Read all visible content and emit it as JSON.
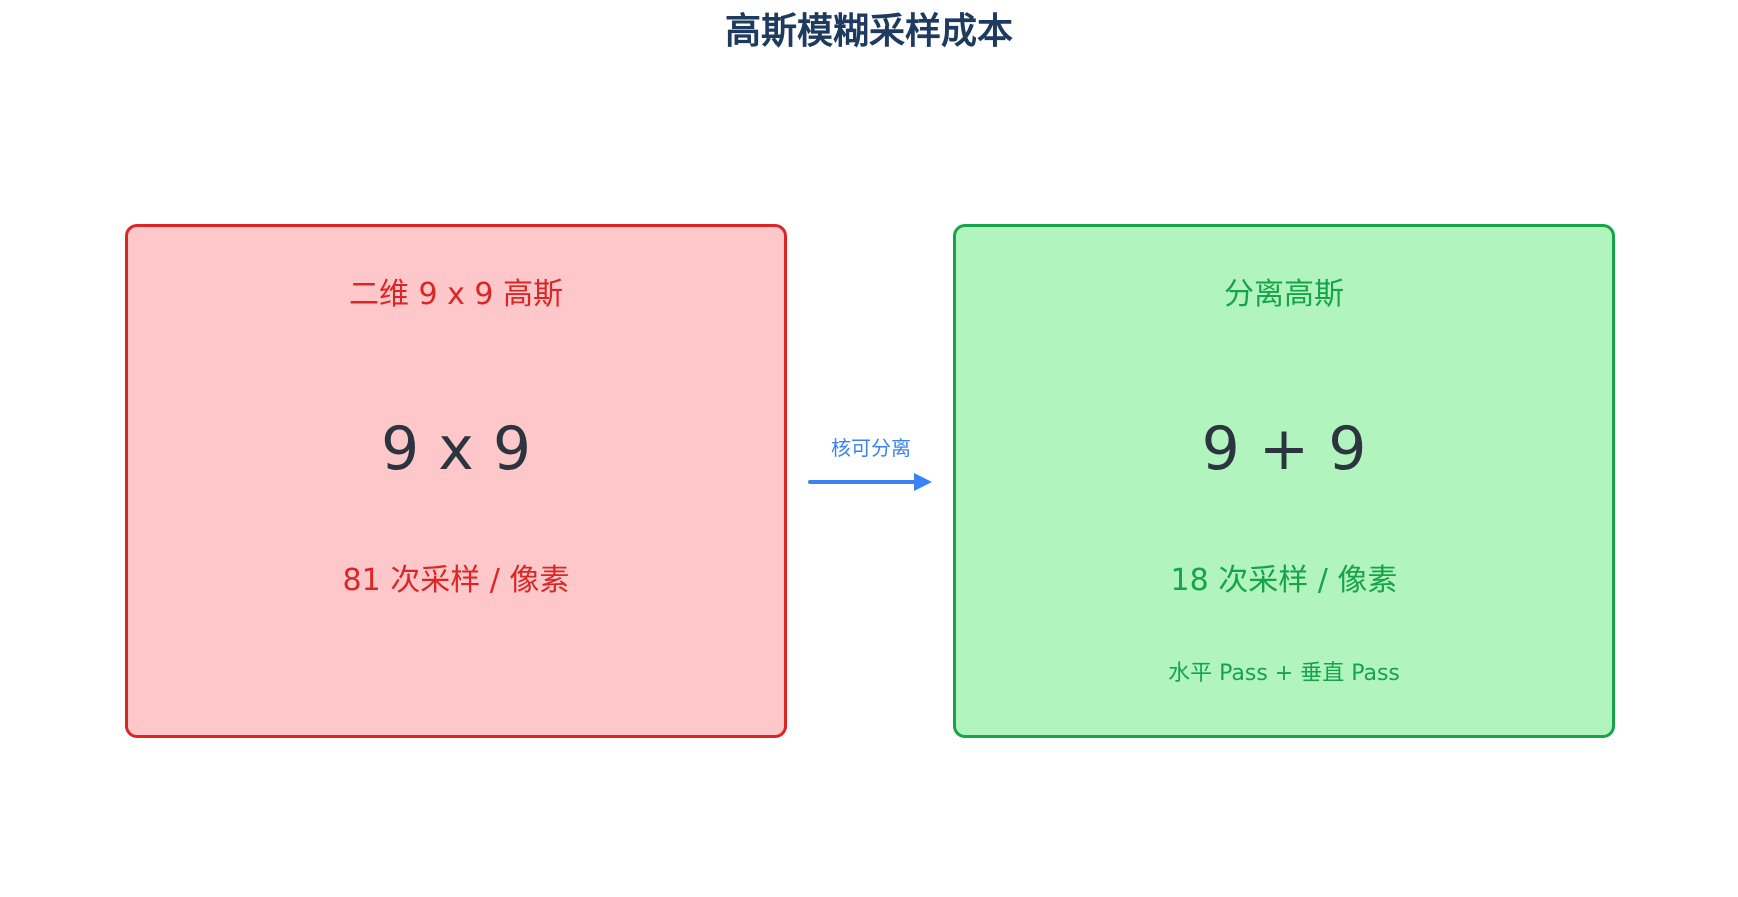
{
  "title": "高斯模糊采样成本",
  "left_box": {
    "heading": "二维 9 x 9 高斯",
    "formula": "9 x 9",
    "samples": "81 次采样 / 像素",
    "border_color": "#dc2626",
    "fill_color": "#fec7c9"
  },
  "arrow": {
    "label": "核可分离",
    "color": "#3b82f6"
  },
  "right_box": {
    "heading": "分离高斯",
    "formula": "9 + 9",
    "samples": "18 次采样 / 像素",
    "note": "水平 Pass + 垂直 Pass",
    "border_color": "#16a34a",
    "fill_color": "#b2f4bd"
  }
}
